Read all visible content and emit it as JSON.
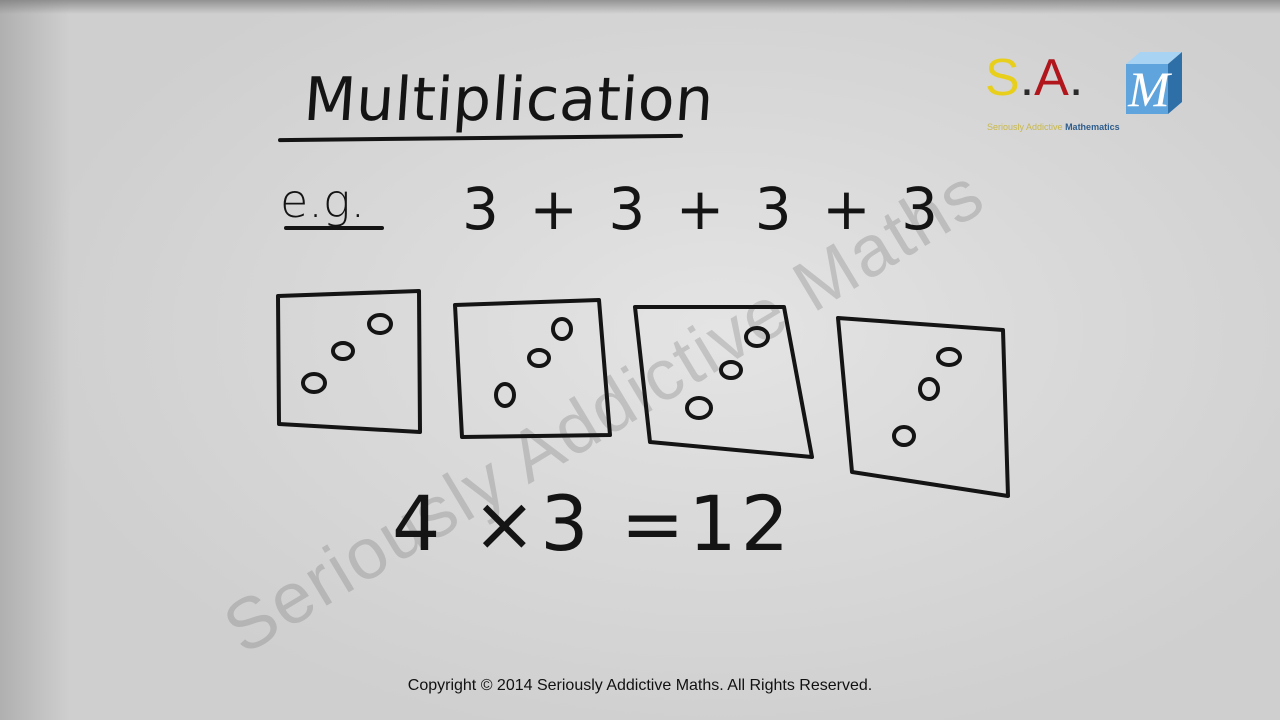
{
  "lesson": {
    "title": "Multiplication",
    "example_label": "e.g.",
    "repeated_addition": "3 + 3 + 3 + 3",
    "product": "4 ×3 =12",
    "groups": [
      {
        "dots": 3
      },
      {
        "dots": 3
      },
      {
        "dots": 3
      },
      {
        "dots": 3
      }
    ]
  },
  "logo": {
    "s": "S",
    "dot1": ".",
    "a": "A",
    "dot2": ".",
    "m": "M",
    "tagline_part1": "Seriously Addictive",
    "tagline_part2": "Mathematics",
    "colors": {
      "s": "#e8cf1c",
      "a": "#b0161c",
      "cube": "#5fa4dc"
    }
  },
  "watermark": "Seriously Addictive Maths",
  "copyright": "Copyright © 2014 Seriously Addictive Maths. All Rights Reserved."
}
